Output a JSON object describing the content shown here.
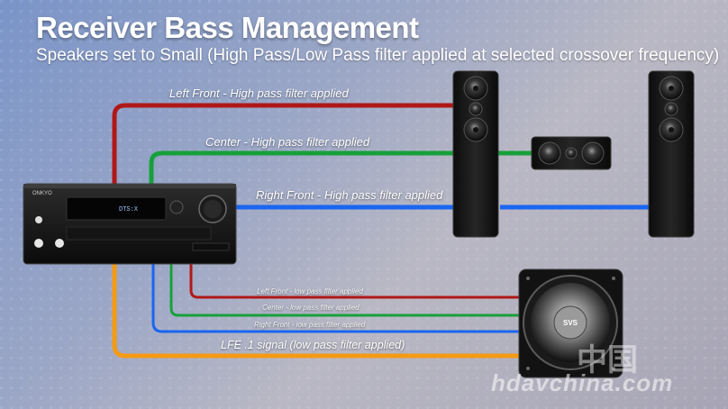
{
  "title": "Receiver Bass Management",
  "subtitle": "Speakers set to Small (High Pass/Low Pass filter applied at selected crossover frequency)",
  "high_pass_labels": {
    "left_front": "Left Front - High pass filter applied",
    "center": "Center - High pass filter applied",
    "right_front": "Right Front - High pass filter applied"
  },
  "low_pass_labels": {
    "left_front": "Left Front - low pass filter applied",
    "center": "Center - low pass filter applied",
    "right_front": "Right Front - low pass filter applied",
    "lfe": "LFE .1 signal (low pass filter applied)"
  },
  "receiver": {
    "brand": "ONKYO",
    "display_text": "DTS:X"
  },
  "subwoofer": {
    "badge": "SVS"
  },
  "wire_colors": {
    "left_front": "#b01818",
    "center": "#17a03a",
    "right_front": "#1a66f0",
    "lfe": "#f59a14"
  },
  "watermark": {
    "latin": "hdavchina.com",
    "chinese": "中国"
  }
}
